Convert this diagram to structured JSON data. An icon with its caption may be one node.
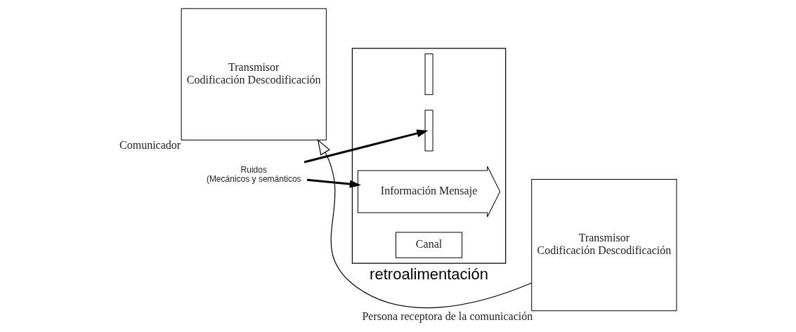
{
  "diagram": {
    "nodes": [
      {
        "text": [
          "Transmisor",
          "Codificación Descodificación"
        ],
        "beside": [
          "Comunicador"
        ]
      },
      {
        "text": [],
        "shape": "trapezoid"
      },
      {
        "text": [],
        "shape": "bar",
        "in": 1
      },
      {
        "text": [],
        "shape": "bar",
        "in": 1
      },
      {
        "text": [
          "Información Mensaje"
        ],
        "in": 1
      },
      {
        "text": [
          "Canal"
        ],
        "in": 1
      },
      {
        "text": [
          "Ruidos",
          "(Mecánicos y semánticos"
        ]
      },
      {
        "text": [
          "Transmisor",
          "Codificación Descodificación"
        ],
        "beside": [
          "Persona receptora de la comunicación"
        ]
      }
    ],
    "edges": [
      {
        "from": 6,
        "to": 3,
        "arrow": "to"
      },
      {
        "from": 6,
        "to": 4,
        "arrow": "to"
      },
      {
        "from": 7,
        "to": 0,
        "arrow": "to",
        "label": "retroalimentación"
      }
    ]
  }
}
